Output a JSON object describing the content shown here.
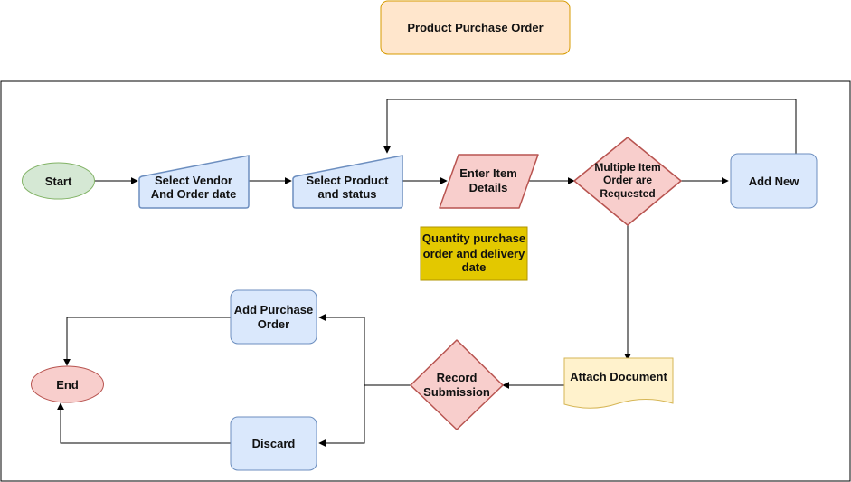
{
  "title": "Product Purchase Order",
  "nodes": {
    "start": "Start",
    "select_vendor": [
      "Select Vendor",
      "And Order date"
    ],
    "select_product": [
      "Select Product",
      "and status"
    ],
    "enter_item": [
      "Enter Item",
      "Details"
    ],
    "multiple_item": [
      "Multiple Item",
      "Order are",
      "Requested"
    ],
    "add_new": "Add New",
    "note": [
      "Quantity purchase",
      "order and delivery",
      "date"
    ],
    "attach_document": "Attach Document",
    "record_submission": [
      "Record",
      "Submission"
    ],
    "add_purchase_order": [
      "Add Purchase",
      "Order"
    ],
    "discard": "Discard",
    "end": "End"
  },
  "colors": {
    "green_fill": "#d5e8d4",
    "green_stroke": "#82b366",
    "blue_fill": "#dae8fc",
    "blue_stroke": "#6c8ebf",
    "red_fill": "#f8cecc",
    "red_stroke": "#b85450",
    "orange_fill": "#ffe6cc",
    "orange_stroke": "#d79b00",
    "yellow_fill": "#fff2cc",
    "yellow_stroke": "#d6b656",
    "note_fill": "#e3c800",
    "note_stroke": "#b09500"
  }
}
